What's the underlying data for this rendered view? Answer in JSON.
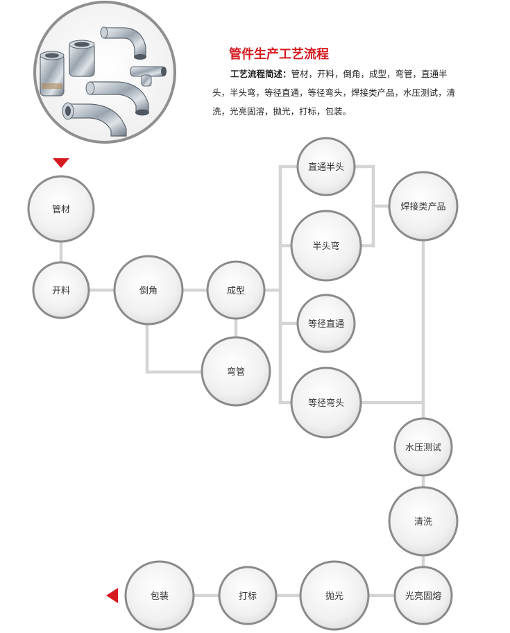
{
  "header": {
    "title": "管件生产工艺流程",
    "desc_label": "工艺流程简述：",
    "desc_text": "管材，开料，倒角，成型，弯管，直通半头，半头弯，等径直通，等径弯头，焊接类产品，水压测试，清洗，光亮固溶，抛光，打标，包装。"
  },
  "nodes": {
    "pipe": "管材",
    "cutting": "开料",
    "chamfer": "倒角",
    "forming": "成型",
    "bending": "弯管",
    "straight_half": "直通半头",
    "half_elbow": "半头弯",
    "equal_straight": "等径直通",
    "equal_elbow": "等径弯头",
    "welded": "焊接类产品",
    "pressure_test": "水压测试",
    "cleaning": "清洗",
    "bright_solution": "光亮固熔",
    "polishing": "抛光",
    "marking": "打标",
    "packing": "包装"
  },
  "colors": {
    "accent": "#d71920",
    "node_fill": "#eeeeee",
    "node_ring": "#8a8a8a",
    "connector": "#d6d6d6"
  }
}
